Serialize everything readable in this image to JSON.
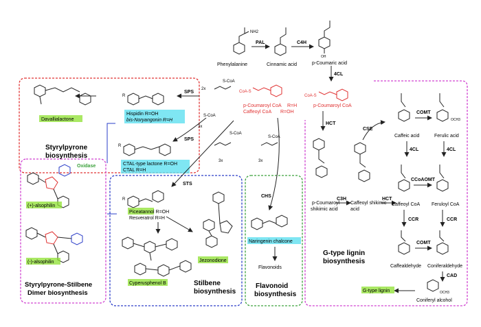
{
  "top": {
    "phenylalanine": "Phenylalanine",
    "cinnamic": "Cinnamic acid",
    "coumaric": "p-Coumaric acid",
    "pal": "PAL",
    "c4h": "C4H",
    "cl4": "4CL",
    "nh2": "NH2",
    "oh": "OH"
  },
  "core": {
    "pcoa": "p-Coumaroyl CoA",
    "pcoa_r": "R=H",
    "ccoa": "Caffeoyl CoA",
    "ccoa_r": "R=OH",
    "pcoa_right": "p-Coumaroyl CoA",
    "coas": "CoA-S",
    "scoa": "S-CoA",
    "sps": "SPS",
    "twox": "2x",
    "threex": "3x",
    "sts": "STS",
    "chs": "CHS",
    "r": "R"
  },
  "styrylpyrone": {
    "title1": "Styrylpyrone",
    "title2": "biosynthesis",
    "davallialactone": "Davallialactone",
    "hispidin": "Hispidin R=OH",
    "bisnoryangonin": "bis-Noryangonin R=H",
    "ctal1": "CTAL-type lactone R=OH",
    "ctal2": "CTAL R=H",
    "sps2": "SPS"
  },
  "dimer": {
    "oxidase": "Oxidase",
    "plus": "(+)-alsophilin",
    "minus": "(-)-alsophilin",
    "title1": "Styrylpyrone-Stilbene",
    "title2": "Dimer biosynthesis"
  },
  "stilbene": {
    "piceatannol": "Piceatannol R=OH",
    "resveratrol": "Resveratrol R=H",
    "jezonodione": "Jezonodione",
    "cyperusphenol": "Cyperusphenol B",
    "title1": "Stilbene",
    "title2": "biosynthesis"
  },
  "flavonoid": {
    "naringenin": "Naringenin chalcone",
    "flavonoids": "Flavonoids",
    "title1": "Flavonoid",
    "title2": "biosynthesis"
  },
  "lignin": {
    "hct": "HCT",
    "pcsa1": "p-Coumaroyl",
    "pcsa2": "shikimic acid",
    "c3h": "C3H",
    "cse": "CSE",
    "cafshik1": "Caffeoyl shikimic",
    "cafshik2": "acid",
    "hct2": "HCT",
    "caffeic": "Caffeic acid",
    "comt": "COMT",
    "ferulic": "Ferulic acid",
    "cl4a": "4CL",
    "cl4b": "4CL",
    "ccoaomt": "CCoAOMT",
    "caffcoa": "Caffeoyl CoA",
    "ferucoa": "Feruloyl CoA",
    "ccr1": "CCR",
    "ccr2": "CCR",
    "comt2": "COMT",
    "caffald": "Caffealdehyde",
    "conald": "Coniferaldehyde",
    "cad": "CAD",
    "title1": "G-type lignin",
    "title2": "biosynthesis",
    "glignin": "G-type lignin",
    "coniferyl": "Coniferyl alcohol",
    "och3": "OCH3"
  },
  "colors": {
    "red": "#e03030",
    "blue": "#2a3cc8",
    "magenta": "#d040d0",
    "green": "#3aa03a",
    "cyan": "#5fe0f0",
    "lime": "#8ee030"
  }
}
